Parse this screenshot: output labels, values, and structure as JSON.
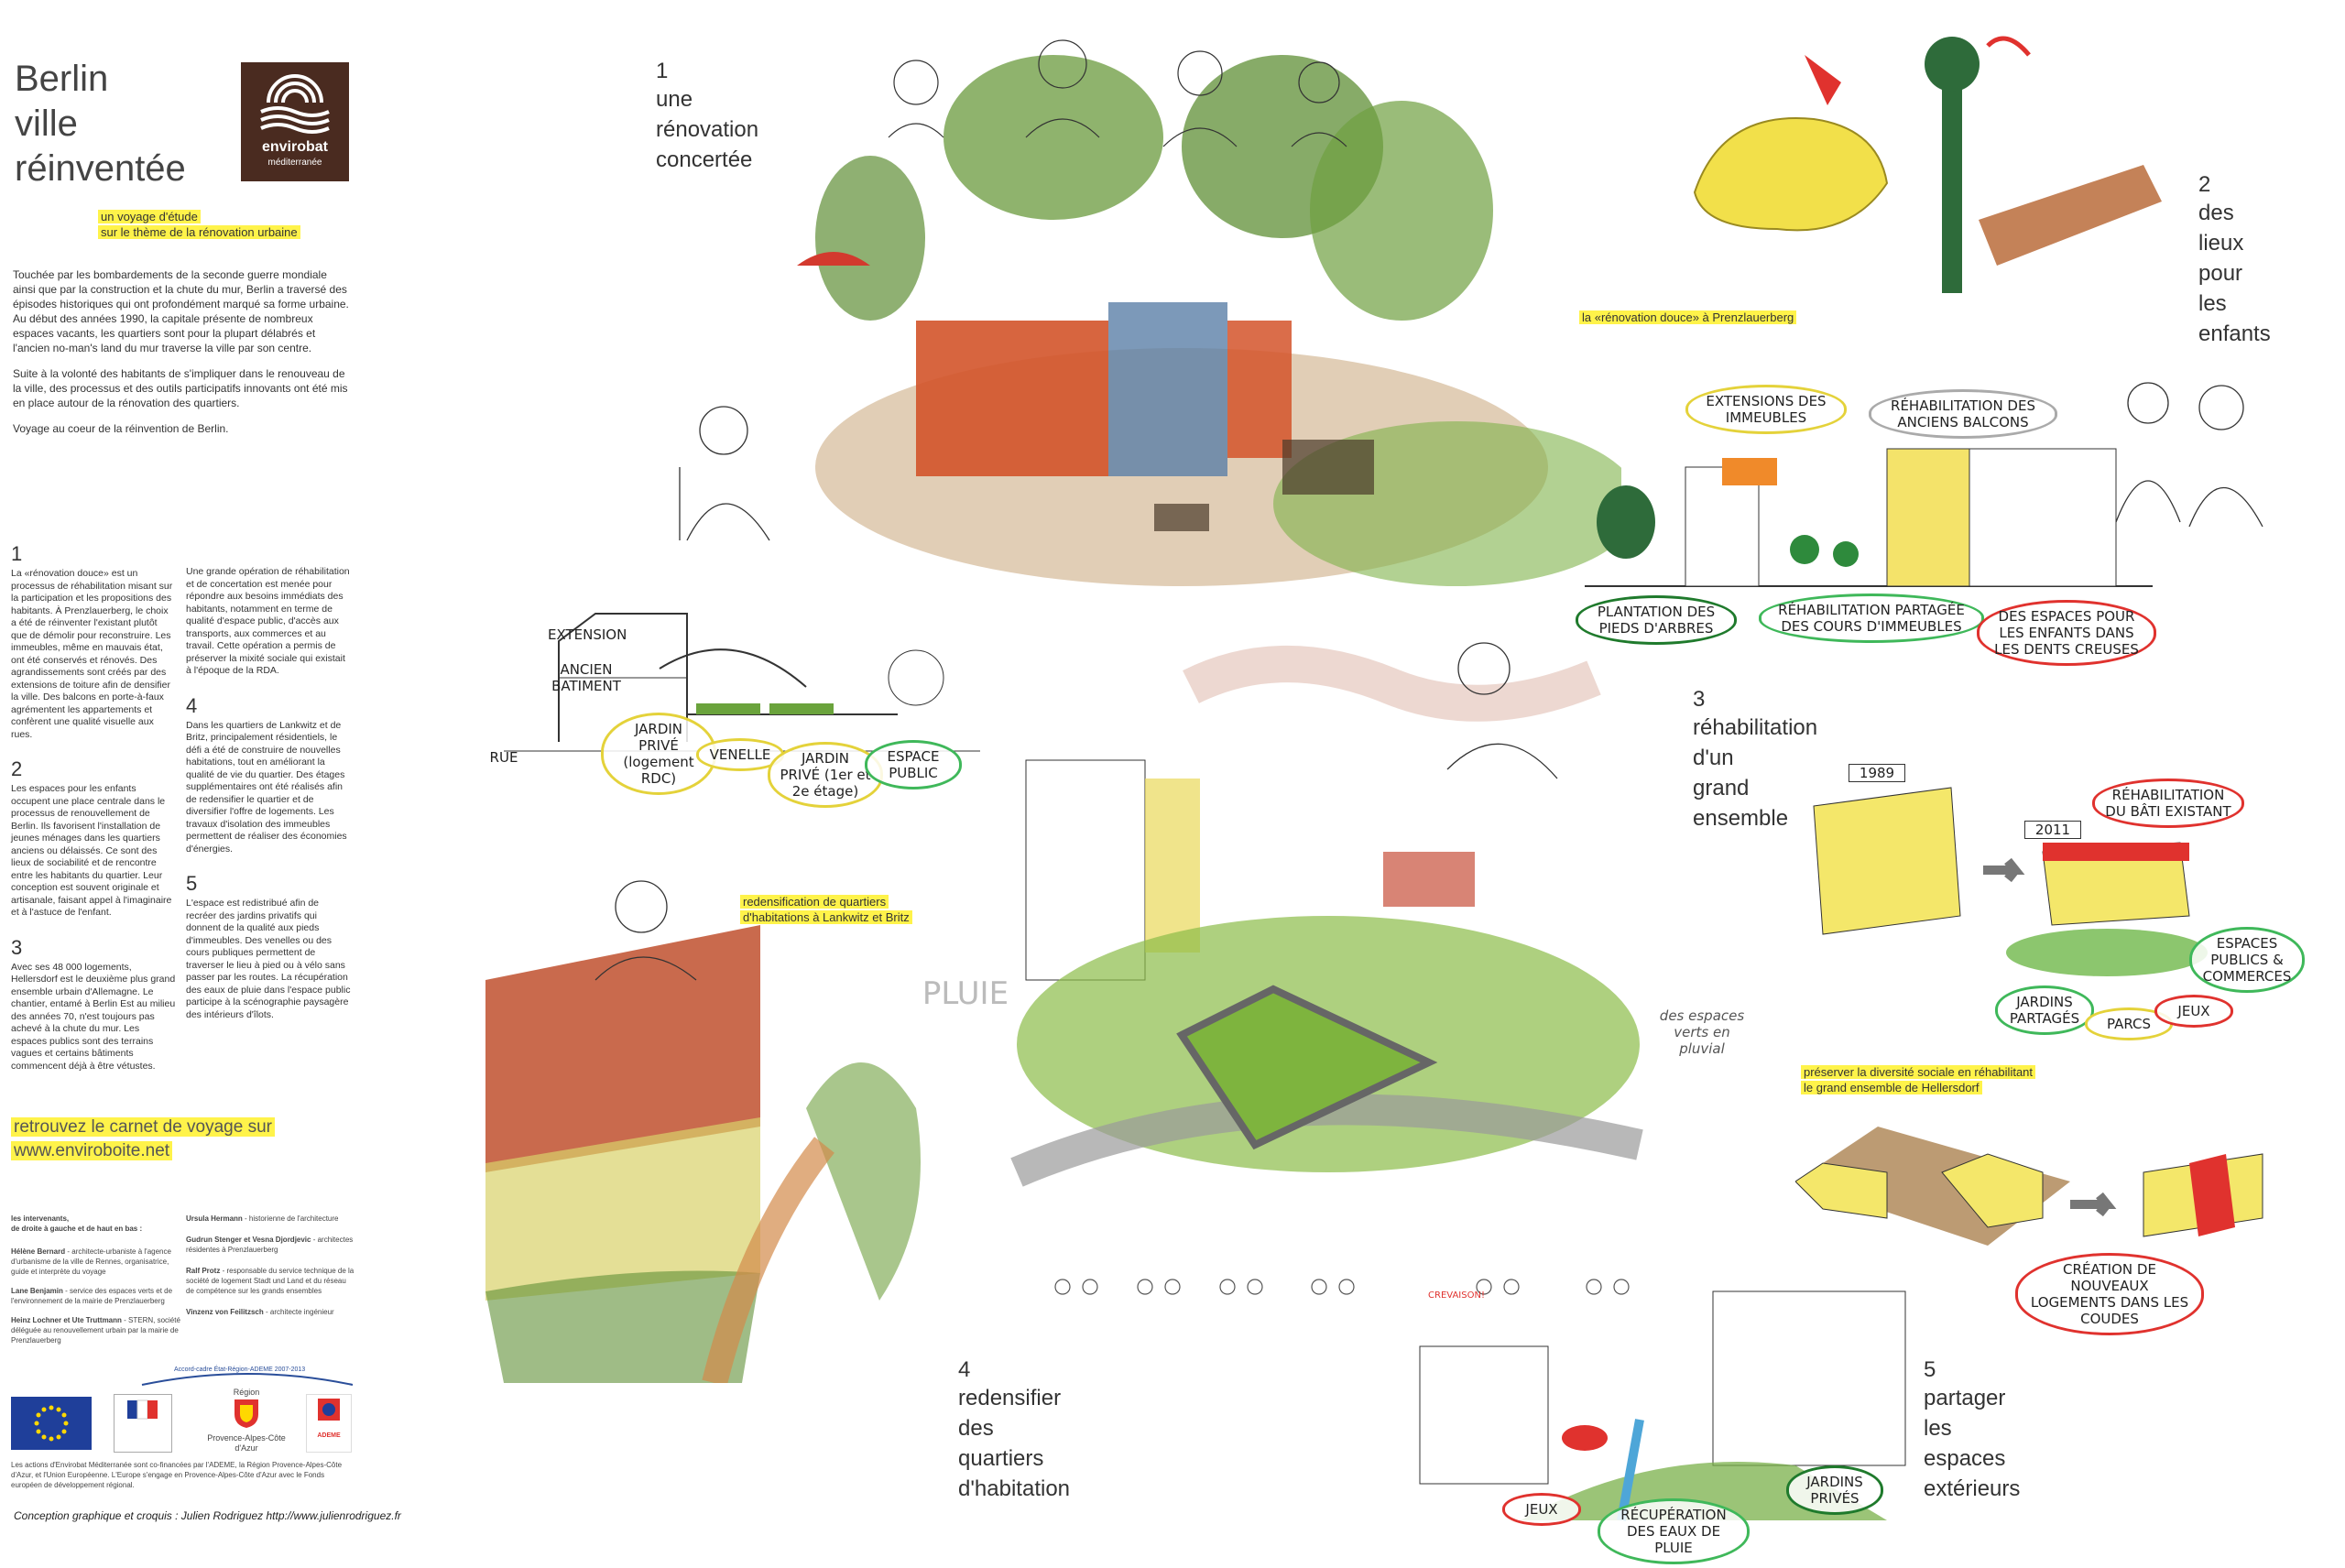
{
  "header": {
    "title_lines": [
      "Berlin",
      "ville",
      "réinventée"
    ],
    "logo_name": "envirobat",
    "logo_sub": "méditerranée",
    "subtitle_lines": [
      "un voyage d'étude",
      "sur le thème de la rénovation urbaine"
    ]
  },
  "intro": {
    "p1": "Touchée par les bombardements de la seconde guerre mondiale ainsi que par la construction et la chute du mur, Berlin a traversé des épisodes historiques qui ont profondément marqué sa forme urbaine. Au début des années 1990, la capitale présente de nombreux espaces vacants, les quartiers sont pour la plupart délabrés et l'ancien no-man's land du mur traverse la ville par son centre.",
    "p2": "Suite à la volonté des habitants de s'impliquer dans le renouveau de la ville, des processus et des outils participatifs innovants ont été mis en place autour de la rénovation des quartiers.",
    "p3": "Voyage au coeur de la réinvention de Berlin."
  },
  "columns": {
    "n1": "1",
    "t1": "La «rénovation douce» est un processus de réhabilitation misant sur la participation et les propositions des habitants. À Prenzlauerberg, le choix a été de réinventer l'existant plutôt que de démolir pour reconstruire. Les immeubles, même en mauvais état, ont été conservés et rénovés. Des agrandissements sont créés par des extensions de toiture afin de densifier la ville. Des balcons en porte-à-faux agrémentent les appartements et confèrent une qualité visuelle aux rues.",
    "n2": "2",
    "t2": "Les espaces pour les enfants occupent une place centrale dans le processus de renouvellement de Berlin. Ils favorisent l'installation de jeunes ménages dans les quartiers anciens ou délaissés. Ce sont des lieux de sociabilité et de rencontre entre les habitants du quartier. Leur conception est souvent originale et artisanale, faisant appel à l'imaginaire et à l'astuce de l'enfant.",
    "n3": "3",
    "t3": "Avec ses 48 000 logements, Hellersdorf est le deuxième plus grand ensemble urbain d'Allemagne. Le chantier, entamé à Berlin Est au milieu des années 70, n'est toujours pas achevé à la chute du mur. Les espaces publics sont des terrains vagues et certains bâtiments commencent déjà à être vétustes.",
    "t3b": "Une grande opération de réhabilitation et de concertation est menée pour répondre aux besoins immédiats des habitants, notamment en terme de qualité d'espace public, d'accès aux transports, aux commerces et au travail. Cette opération a permis de préserver la mixité sociale qui existait à l'époque de la RDA.",
    "n4": "4",
    "t4": "Dans les quartiers de Lankwitz et de Britz, principalement résidentiels, le défi a été de construire de nouvelles habitations, tout en améliorant la qualité de vie du quartier. Des étages supplémentaires ont été réalisés afin de redensifier le quartier et de diversifier l'offre de logements. Les travaux d'isolation des immeubles permettent de réaliser des économies d'énergies.",
    "n5": "5",
    "t5": "L'espace est redistribué afin de recréer des jardins privatifs qui donnent de la qualité aux pieds d'immeubles. Des venelles ou des cours publiques permettent de traverser le lieu à pied ou à vélo sans passer par les routes. La récupération des eaux de pluie dans l'espace public participe à la scénographie paysagère des intérieurs d'îlots."
  },
  "website": {
    "line1": "retrouvez le carnet de voyage sur",
    "line2": "www.enviroboite.net"
  },
  "credits": {
    "heading1": "les intervenants,",
    "heading2": "de droite à gauche et de haut en bas :",
    "left": [
      {
        "name": "Hélène Bernard",
        "role": " - architecte-urbaniste à l'agence d'urbanisme de la ville de Rennes, organisatrice, guide et interprète du voyage"
      },
      {
        "name": "Lane Benjamin",
        "role": " - service des espaces verts et de l'environnement de la mairie de Prenzlauerberg"
      },
      {
        "name": "Heinz Lochner et Ute Truttmann",
        "role": " - STERN, société déléguée au renouvellement urbain par la mairie de Prenzlauerberg"
      }
    ],
    "right": [
      {
        "name": "Ursula Hermann",
        "role": " - historienne de l'architecture"
      },
      {
        "name": "Gudrun Stenger et Vesna Djordjevic",
        "role": " - architectes résidentes à Prenzlauerberg"
      },
      {
        "name": "Ralf Protz",
        "role": " - responsable du service technique de la société de logement Stadt und Land et du réseau de compétence sur les grands ensembles"
      },
      {
        "name": "Vinzenz von Feilitzsch",
        "role": " - architecte ingénieur"
      }
    ],
    "accord": "Accord-cadre État-Région-ADEME 2007-2013",
    "region_label": "Région",
    "region_name": "Provence-Alpes-Côte d'Azur",
    "ademe": "ADEME",
    "funding": "Les actions d'Envirobat Méditerranée sont co-financées par l'ADEME, la Région Provence-Alpes-Côte d'Azur, et l'Union Européenne. L'Europe s'engage en Provence-Alpes-Côte d'Azur avec le Fonds européen de développement régional.",
    "conception": "Conception graphique et croquis : Julien Rodriguez  http://www.julienrodriguez.fr"
  },
  "sections": {
    "s1_num": "1",
    "s1_title": [
      "une",
      "rénovation",
      "concertée"
    ],
    "s1_caption": "la «rénovation douce» à Prenzlauerberg",
    "s2_num": "2",
    "s2_title": [
      "des",
      "lieux",
      "pour",
      "les",
      "enfants"
    ],
    "s3_num": "3",
    "s3_title": [
      "réhabilitation",
      "d'un",
      "grand",
      "ensemble"
    ],
    "s3_caption_lines": [
      "préserver la diversité sociale en réhabilitant",
      "le grand ensemble de Hellersdorf"
    ],
    "s4_num": "4",
    "s4_title": [
      "redensifier",
      "des",
      "quartiers",
      "d'habitation"
    ],
    "s4_caption_lines": [
      "redensification de quartiers",
      "d'habitations à Lankwitz et Britz"
    ],
    "s5_num": "5",
    "s5_title": [
      "partager",
      "les",
      "espaces",
      "extérieurs"
    ]
  },
  "sketch_labels": {
    "extensions": "EXTENSIONS DES IMMEUBLES",
    "balcons": "RÉHABILITATION DES ANCIENS BALCONS",
    "pieds": "PLANTATION DES PIEDS D'ARBRES",
    "cours": "RÉHABILITATION PARTAGÉE DES COURS D'IMMEUBLES",
    "dents": "DES ESPACES POUR LES ENFANTS DANS LES DENTS CREUSES",
    "extension_bat": "EXTENSION",
    "ancien_bat": "ANCIEN BATIMENT",
    "rue": "RUE",
    "jardin_prive_rdc": "JARDIN PRIVÉ (logement RDC)",
    "venelle": "VENELLE",
    "jardin_prive_etage": "JARDIN PRIVÉ (1er et 2e étage)",
    "espace_public": "ESPACE PUBLIC",
    "year1989": "1989",
    "year2011": "2011",
    "rehab_bati": "RÉHABILITATION DU BÂTI EXISTANT",
    "espaces_publics": "ESPACES PUBLICS & COMMERCES",
    "jardins_partages": "JARDINS PARTAGÉS",
    "parcs": "PARCS",
    "jeux": "JEUX",
    "creation": "CRÉATION DE NOUVEAUX LOGEMENTS DANS LES COUDES",
    "pluie": "PLUIE",
    "espaces_verts": "des espaces verts en pluvial",
    "crevaison": "CREVAISON!",
    "jeux5": "JEUX",
    "recuperation": "RÉCUPÉRATION DES EAUX DE PLUIE",
    "jardins_prives": "JARDINS PRIVÉS"
  }
}
